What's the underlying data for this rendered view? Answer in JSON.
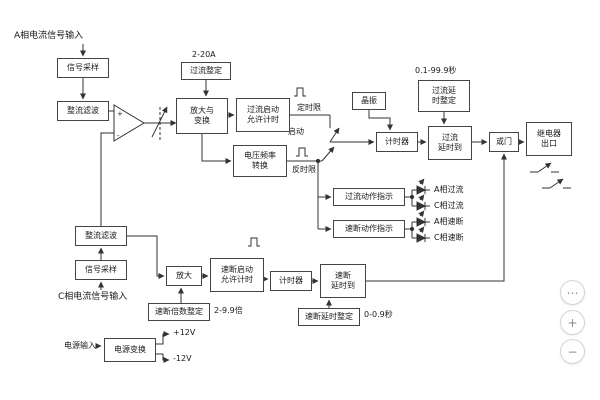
{
  "colors": {
    "line": "#333333",
    "text": "#1a1a1a",
    "box_border": "#444444",
    "background": "#ffffff"
  },
  "labels": {
    "a_phase_input": "A相电流信号输入",
    "c_phase_input": "C相电流信号输入",
    "power_input": "电源输入",
    "oc_range": "2-20A",
    "oc_delay_range": "0.1-99.9秒",
    "definite_time": "定时限",
    "start": "启动",
    "inverse_time": "反时限",
    "qb_multiple_range": "2-9.9倍",
    "qb_delay_range": "0-0.9秒",
    "plus12": "+12V",
    "minus12": "-12V",
    "led_a_oc": "A相过流",
    "led_c_oc": "C相过流",
    "led_a_qb": "A相速断",
    "led_c_qb": "C相速断",
    "opamp_plus": "+",
    "opamp_minus": "-"
  },
  "boxes": {
    "signal_sample_a": [
      "信号采样"
    ],
    "rect_filter_a": [
      "整流滤波"
    ],
    "oc_setting": [
      "过流整定"
    ],
    "amp_transform": [
      "放大与",
      "变换"
    ],
    "oc_start_timing": [
      "过流启动",
      "允许计时"
    ],
    "vf_conversion": [
      "电压频率",
      "转换"
    ],
    "crystal": [
      "晶振"
    ],
    "oc_delay_setting": [
      "过流延",
      "时整定"
    ],
    "timer1": [
      "计时器"
    ],
    "oc_delay_reached": [
      "过流",
      "延时到"
    ],
    "or_gate": [
      "或门"
    ],
    "relay_outlet": [
      "继电器",
      "出口"
    ],
    "oc_action_ind": [
      "过流动作指示"
    ],
    "qb_action_ind": [
      "速断动作指示"
    ],
    "rect_filter_c": [
      "整流滤波"
    ],
    "signal_sample_c": [
      "信号采样"
    ],
    "amp2": [
      "放大"
    ],
    "qb_start_timing": [
      "速断启动",
      "允许计时"
    ],
    "timer2": [
      "计时器"
    ],
    "qb_delay_reached": [
      "速断",
      "延时到"
    ],
    "qb_multiple_setting": [
      "速断倍数整定"
    ],
    "qb_delay_setting": [
      "速断延时整定"
    ],
    "power_transform": [
      "电源变换"
    ]
  },
  "floating_buttons": [
    {
      "icon": "⋯"
    },
    {
      "icon": "+"
    },
    {
      "icon": "−"
    }
  ]
}
